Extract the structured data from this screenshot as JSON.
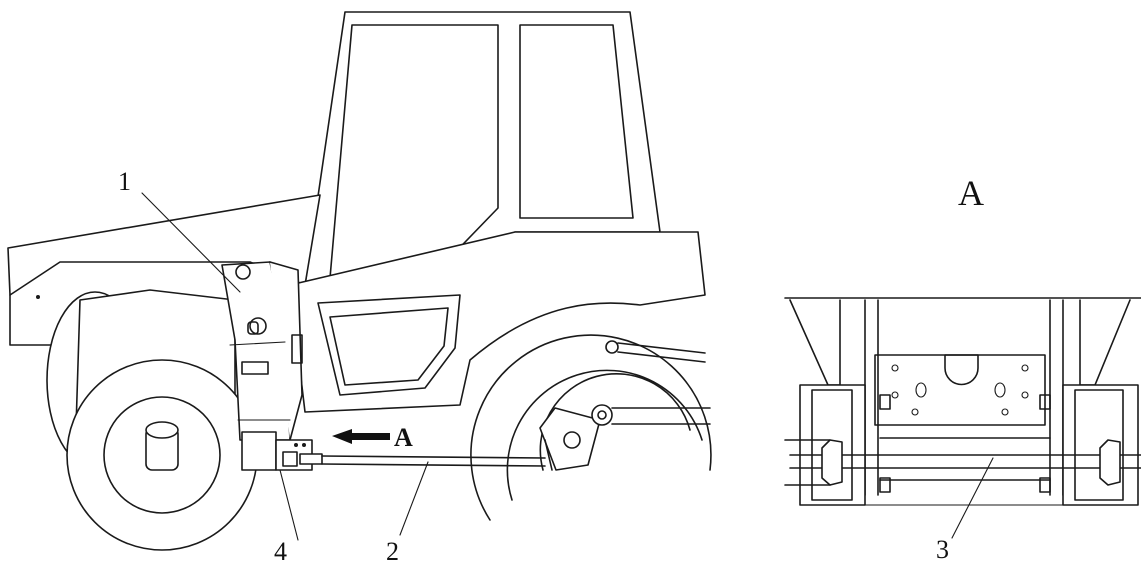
{
  "labels": {
    "part1": "1",
    "part2": "2",
    "part3": "3",
    "part4": "4",
    "view_arrow": "A",
    "detail_view": "A"
  },
  "colors": {
    "line": "#1a1a1a",
    "background": "#ffffff"
  }
}
